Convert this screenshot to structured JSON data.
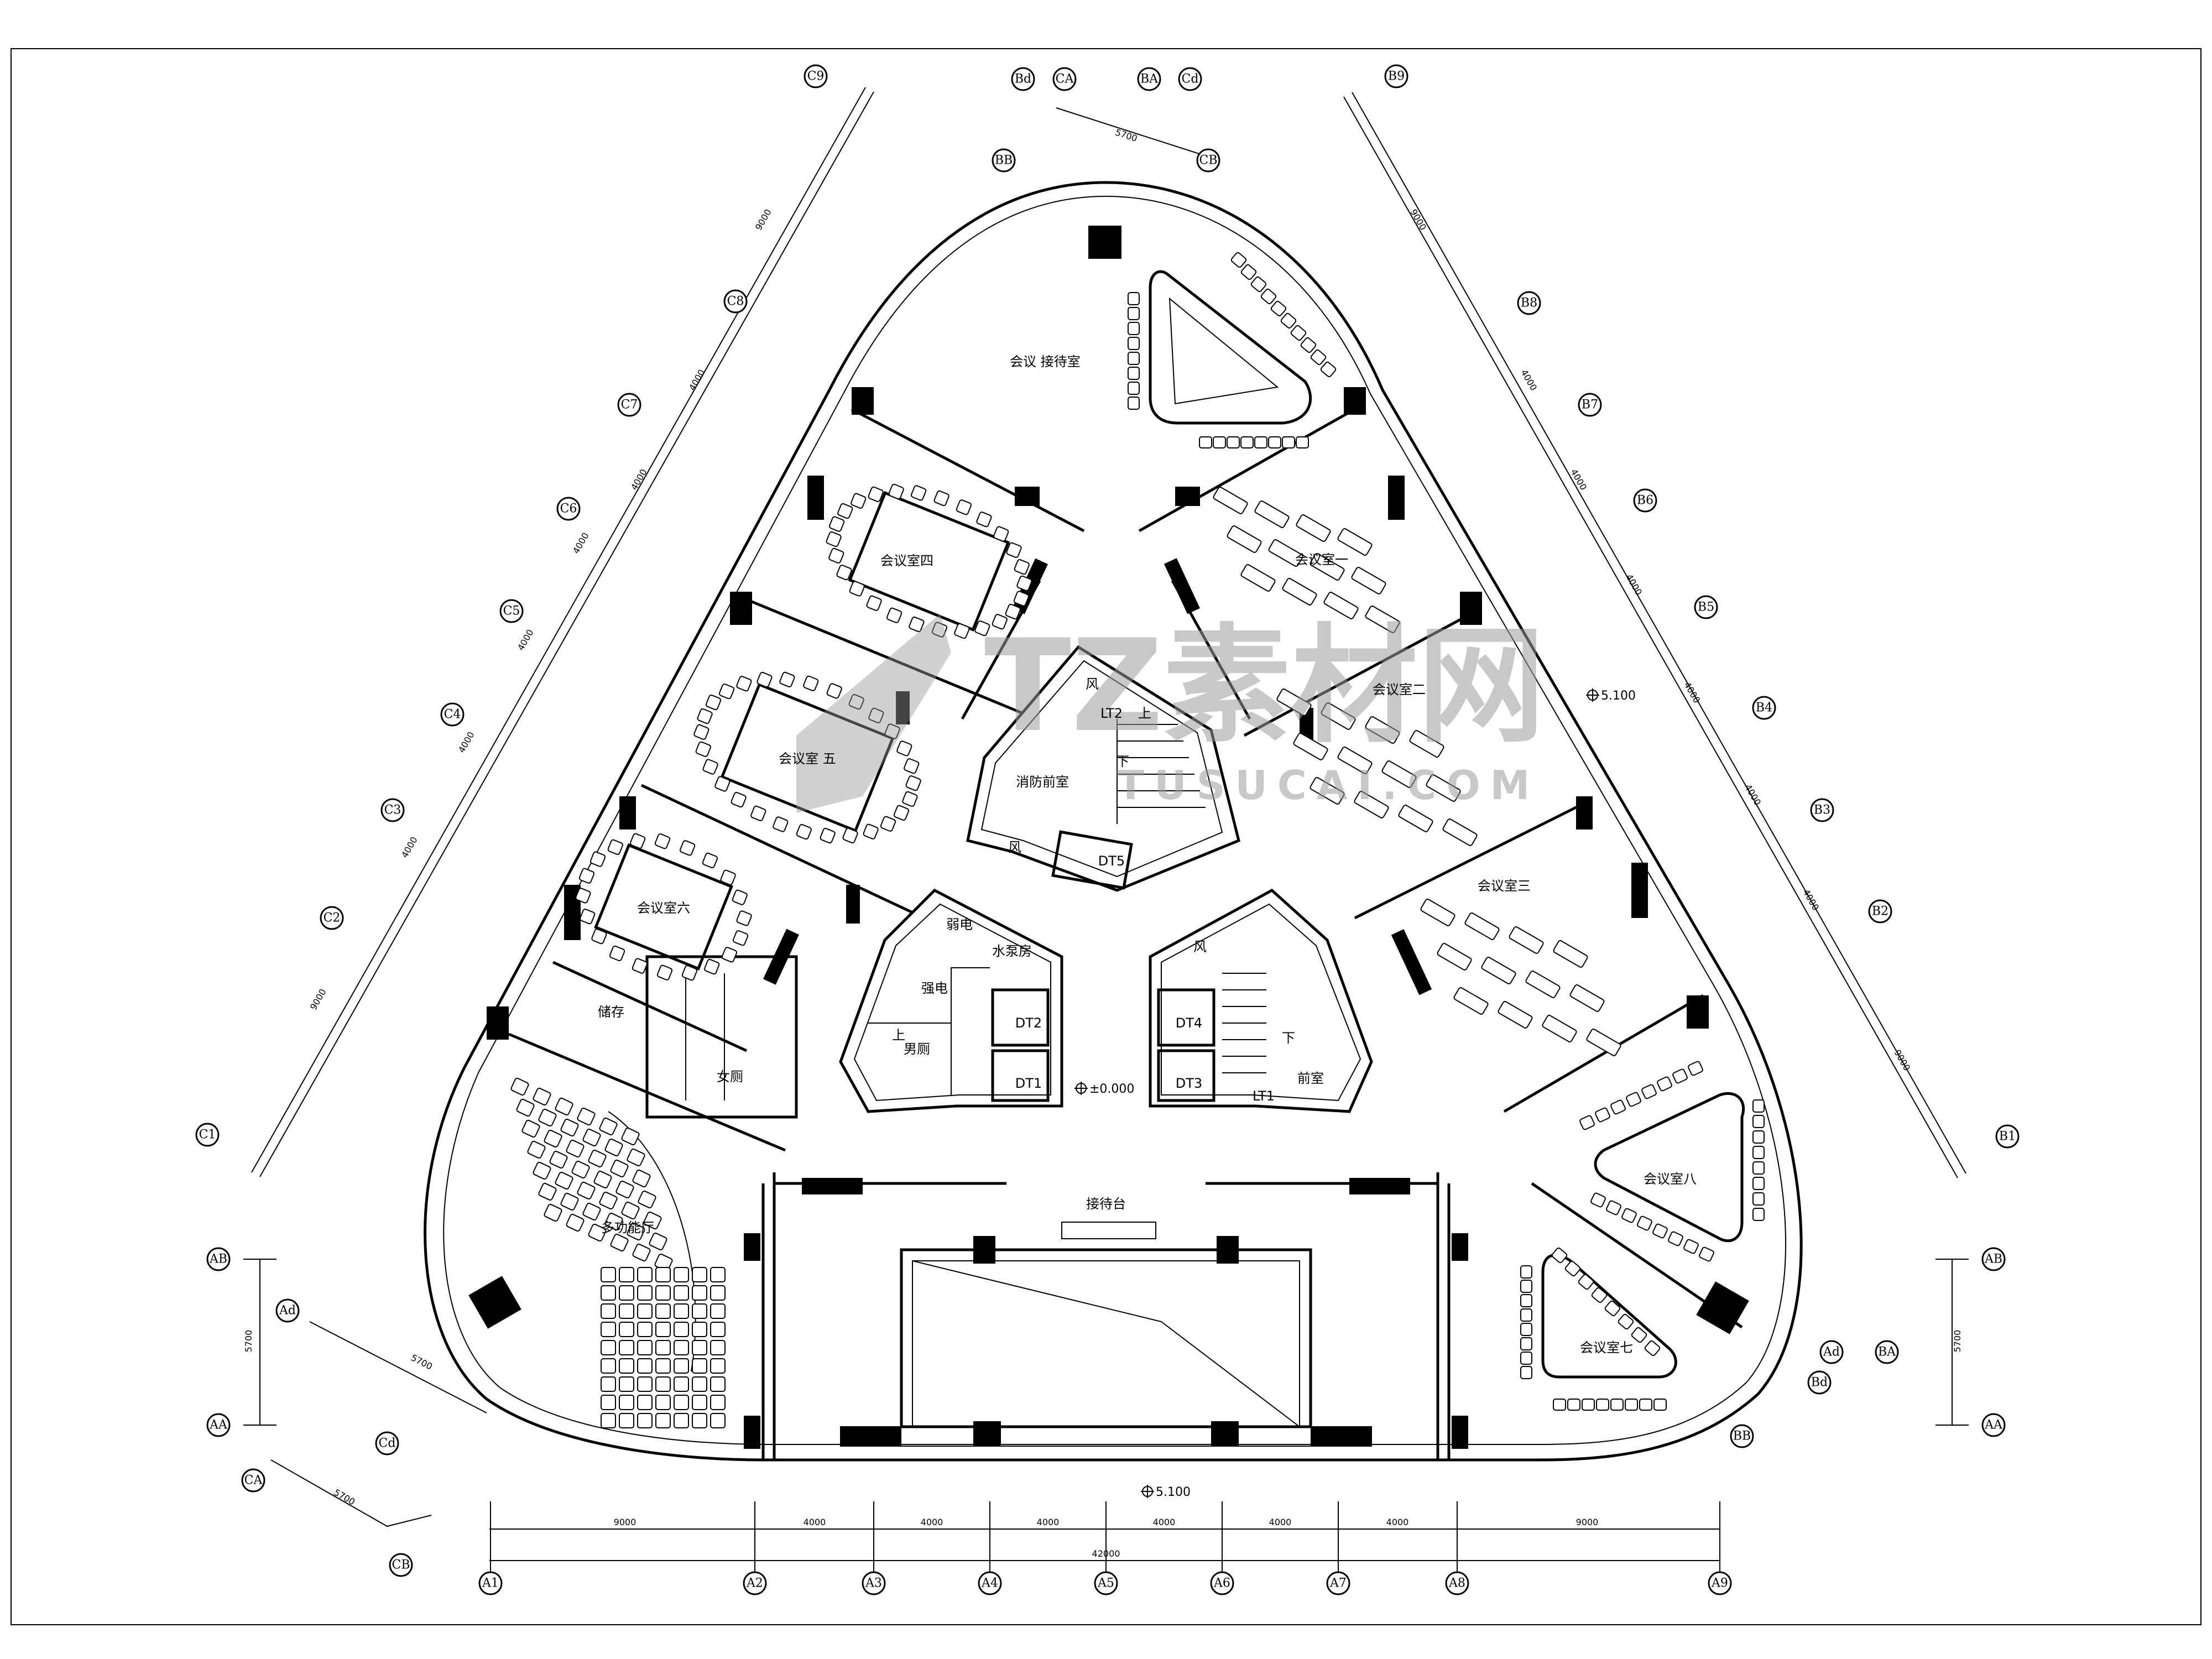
{
  "watermark": {
    "brand": "TZ素材网",
    "domain": "TUSUCAI.COM"
  },
  "axes": {
    "bottom": [
      "A1",
      "A2",
      "A3",
      "A4",
      "A5",
      "A6",
      "A7",
      "A8",
      "A9"
    ],
    "left_edge": [
      "C9",
      "C8",
      "C7",
      "C6",
      "C5",
      "C4",
      "C3",
      "C2",
      "C1"
    ],
    "right_edge": [
      "B9",
      "B8",
      "B7",
      "B6",
      "B5",
      "B4",
      "B3",
      "B2",
      "B1"
    ],
    "top": [
      "Bd",
      "CA",
      "BA",
      "Cd",
      "CB",
      "BB"
    ],
    "bottom_left": [
      "AB",
      "Ad",
      "AA",
      "CA",
      "Cd",
      "CB"
    ],
    "bottom_right": [
      "AB",
      "AA",
      "Ad",
      "BA",
      "Bd",
      "BB"
    ]
  },
  "dimensions": {
    "bottom_segments": [
      "9000",
      "4000",
      "4000",
      "4000",
      "4000",
      "4000",
      "4000",
      "9000"
    ],
    "bottom_total": "42000",
    "left_edge_segments": [
      "9000",
      "4000",
      "4000",
      "4000",
      "4000",
      "4000",
      "4000",
      "9000"
    ],
    "right_edge_segments": [
      "9000",
      "4000",
      "4000",
      "4000",
      "4000",
      "4000",
      "4000",
      "9000"
    ],
    "top_span": "5700",
    "left_vertical": "5700",
    "right_vertical": "5700",
    "bottom_left_span": "5700",
    "bottom_left_span2": "5700"
  },
  "elevations": {
    "center": "±0.000",
    "right": "5.100",
    "bottom": "5.100"
  },
  "rooms": {
    "reception_top": "会议  接待室",
    "meeting_1": "会议室一",
    "meeting_2": "会议室二",
    "meeting_3": "会议室三",
    "meeting_4": "会议室四",
    "meeting_5": "会议室  五",
    "meeting_6": "会议室六",
    "meeting_7": "会议室七",
    "meeting_8": "会议室八",
    "storage": "储存",
    "female_wc": "女厕",
    "male_wc": "男厕",
    "multi_hall": "多功能厅",
    "reception_desk": "接待台",
    "fire_lobby": "消防前室",
    "weak_power": "弱电",
    "strong_power": "强电",
    "pump_room": "水泵房",
    "front_room": "前室",
    "wind_1": "风",
    "wind_2": "风",
    "wind_3": "风",
    "up_1": "上",
    "down_1": "下",
    "down_2": "下",
    "up_2": "上"
  },
  "cores": {
    "stair_1": "LT1",
    "stair_2": "LT2",
    "elevators": [
      "DT1",
      "DT2",
      "DT3",
      "DT4",
      "DT5"
    ]
  }
}
